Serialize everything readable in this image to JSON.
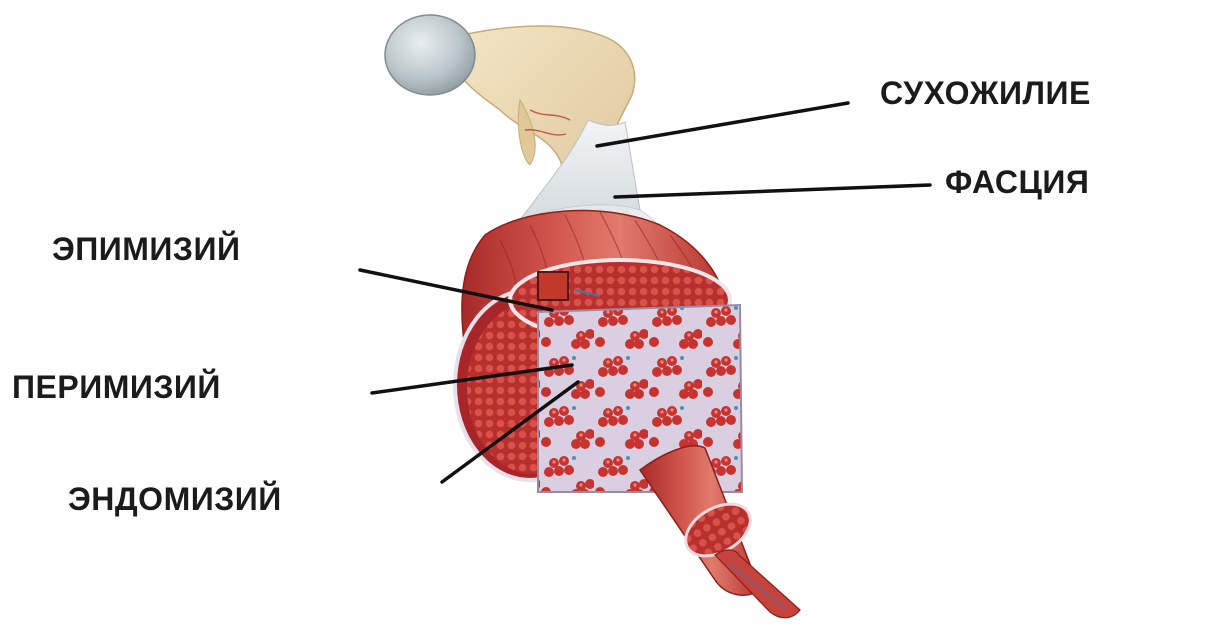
{
  "labels": {
    "tendon": "СУХОЖИЛИЕ",
    "fascia": "ФАСЦИЯ",
    "epimysium": "ЭПИМИЗИЙ",
    "perimysium": "ПЕРИМИЗИЙ",
    "endomysium": "ЭНДОМИЗИЙ"
  },
  "colors": {
    "background": "#ffffff",
    "label_text": "#1b1b1b",
    "leader_line": "#111111",
    "muscle_red": "#c83a36",
    "muscle_dark": "#9e2322",
    "bone": "#ecd9b4",
    "cartilage": "#b9c4c8",
    "tendon": "#e4e8ea",
    "connective_tissue": "#d8cede"
  }
}
